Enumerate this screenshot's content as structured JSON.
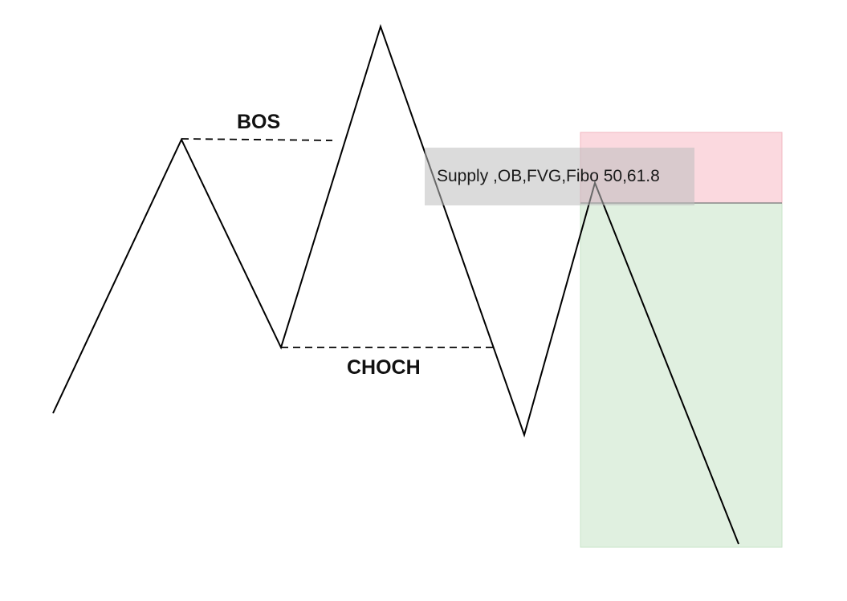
{
  "labels": {
    "bos": "BOS",
    "choch": "CHOCH",
    "zone": "Supply ,OB,FVG,Fibo 50,61.8"
  },
  "colors": {
    "background": "#ffffff",
    "price_line": "#000000",
    "supply_zone": "#f9c9d1",
    "target_zone": "#d6ebd6",
    "zone_boundary": "#888888",
    "label_box": "#bebebe"
  }
}
